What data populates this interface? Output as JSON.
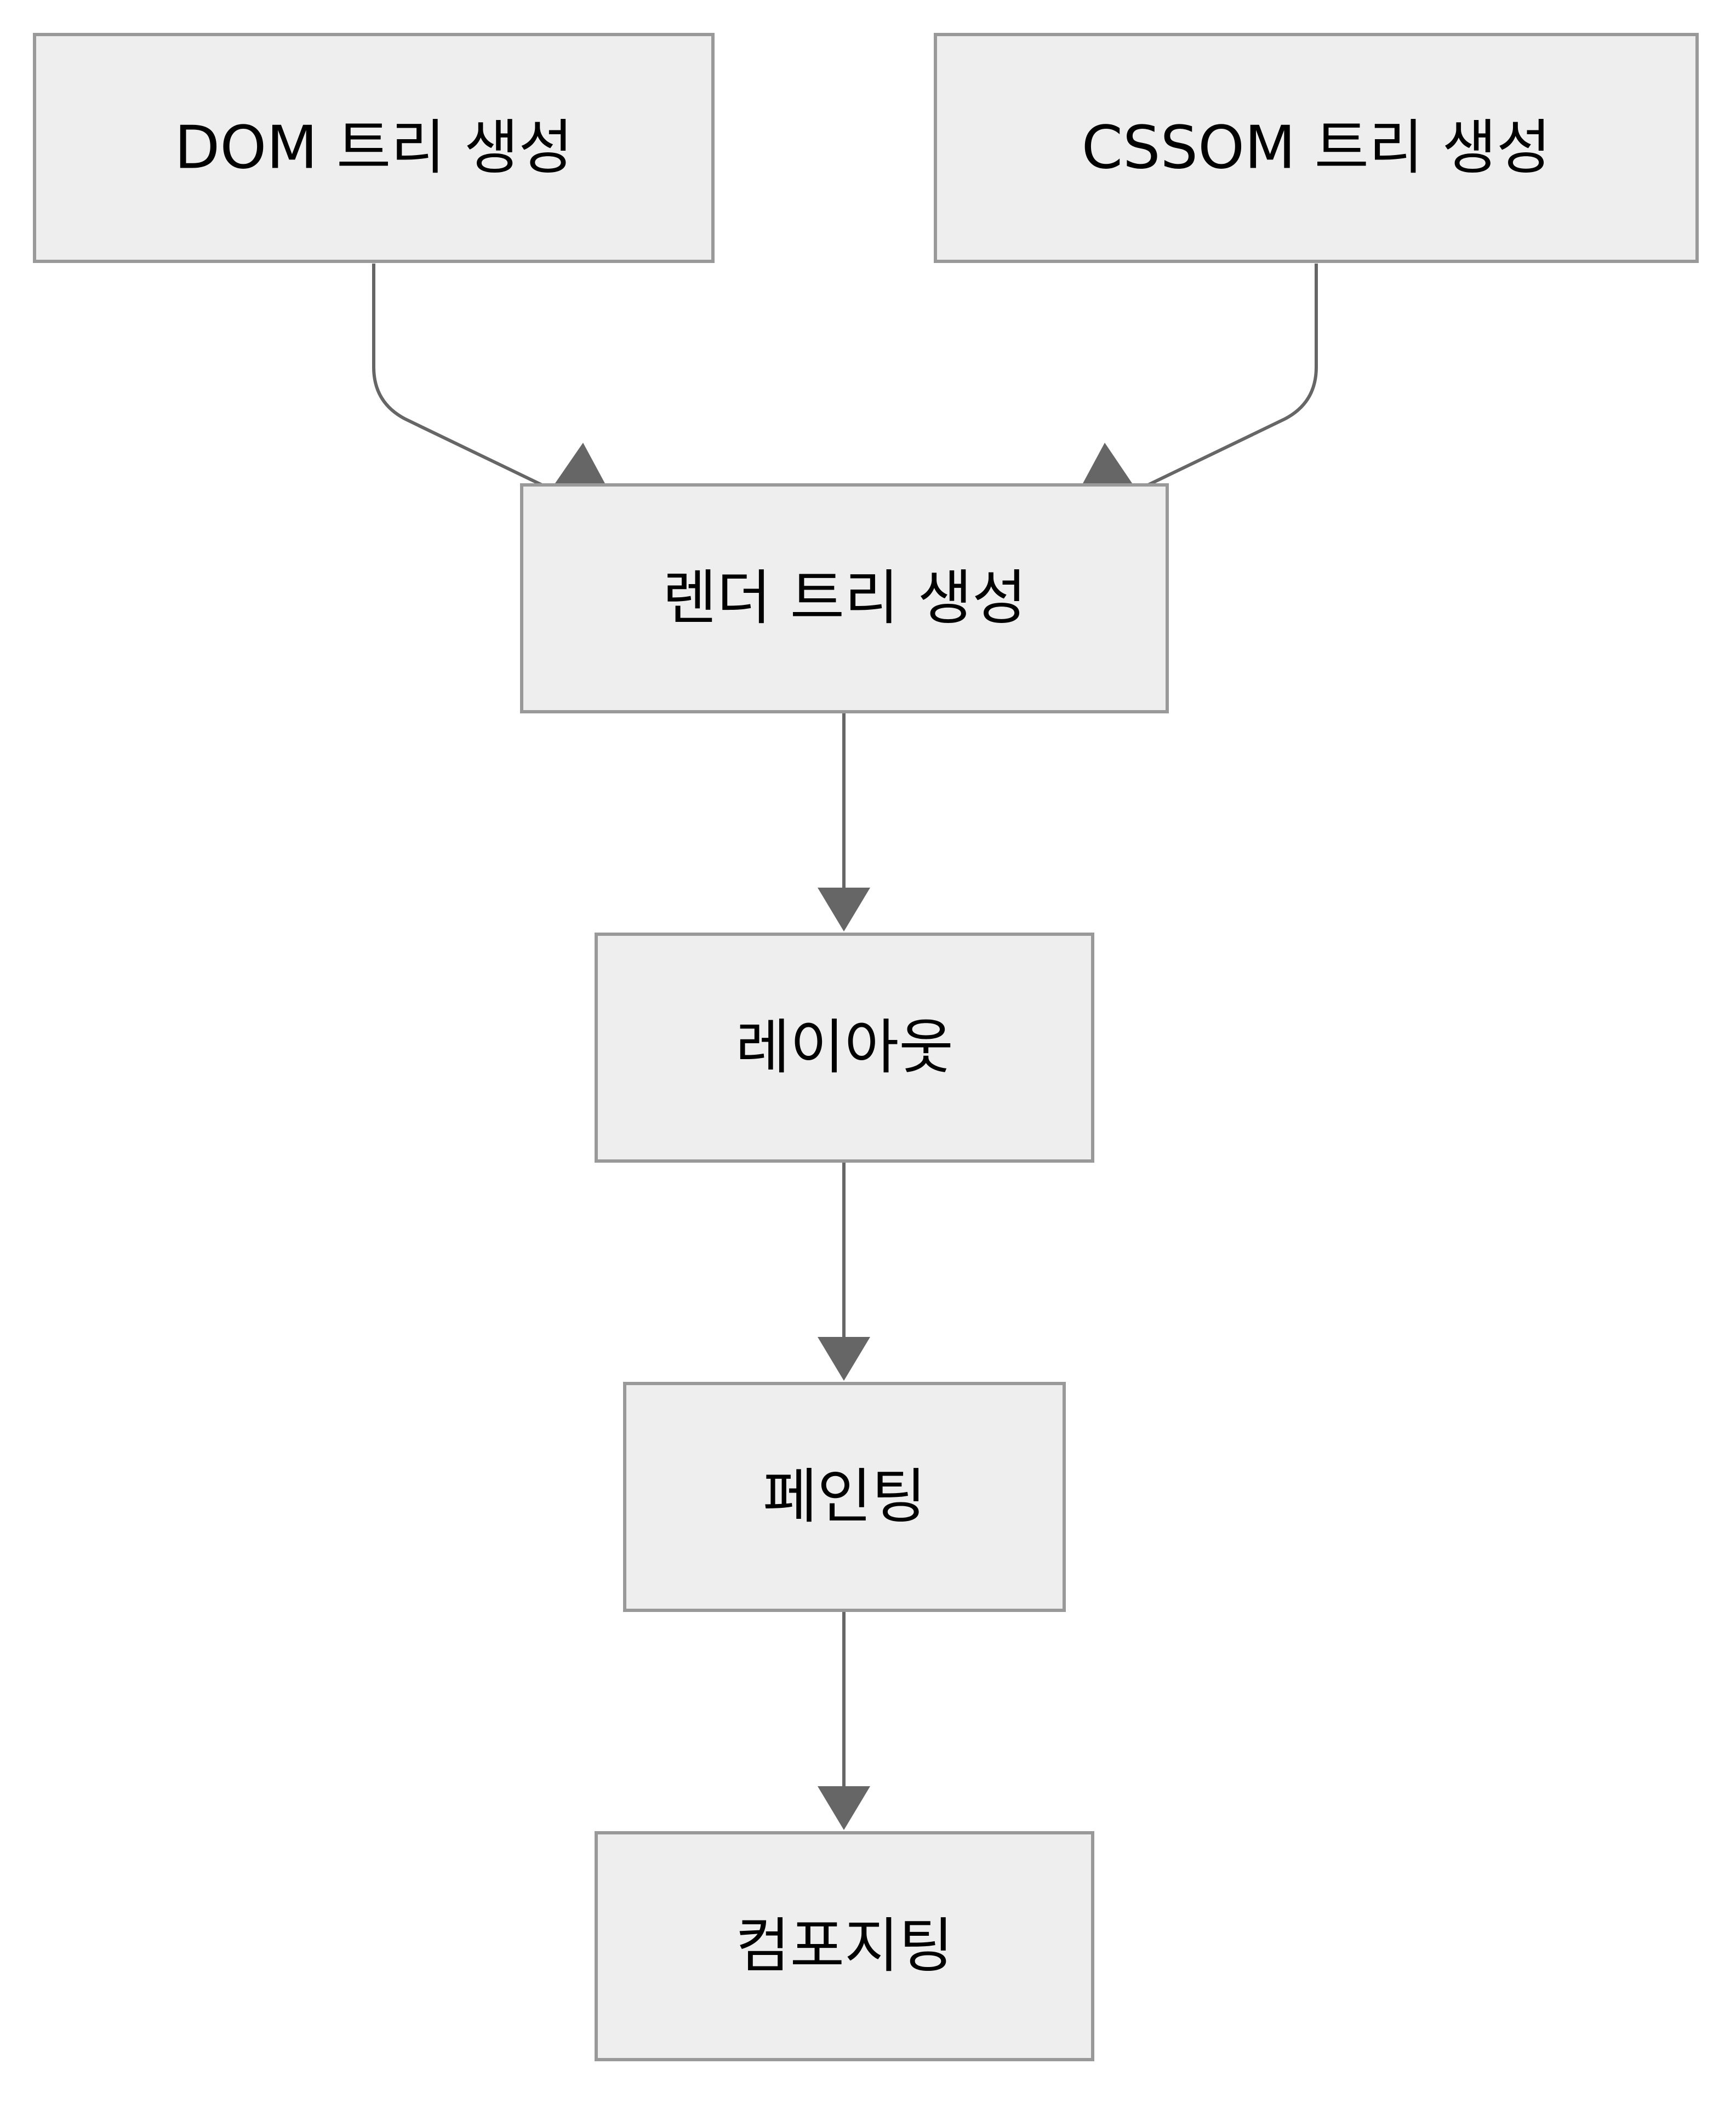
{
  "nodes": [
    {
      "id": "dom",
      "label": "DOM 트리 생성"
    },
    {
      "id": "cssom",
      "label": "CSSOM 트리 생성"
    },
    {
      "id": "render",
      "label": "렌더 트리 생성"
    },
    {
      "id": "layout",
      "label": "레이아웃"
    },
    {
      "id": "paint",
      "label": "페인팅"
    },
    {
      "id": "composite",
      "label": "컴포지팅"
    }
  ],
  "edges": [
    {
      "from": "dom",
      "to": "render"
    },
    {
      "from": "cssom",
      "to": "render"
    },
    {
      "from": "render",
      "to": "layout"
    },
    {
      "from": "layout",
      "to": "paint"
    },
    {
      "from": "paint",
      "to": "composite"
    }
  ],
  "colors": {
    "node_fill": "#eeeeee",
    "node_border": "#999999",
    "edge": "#666666",
    "text": "#000000"
  }
}
